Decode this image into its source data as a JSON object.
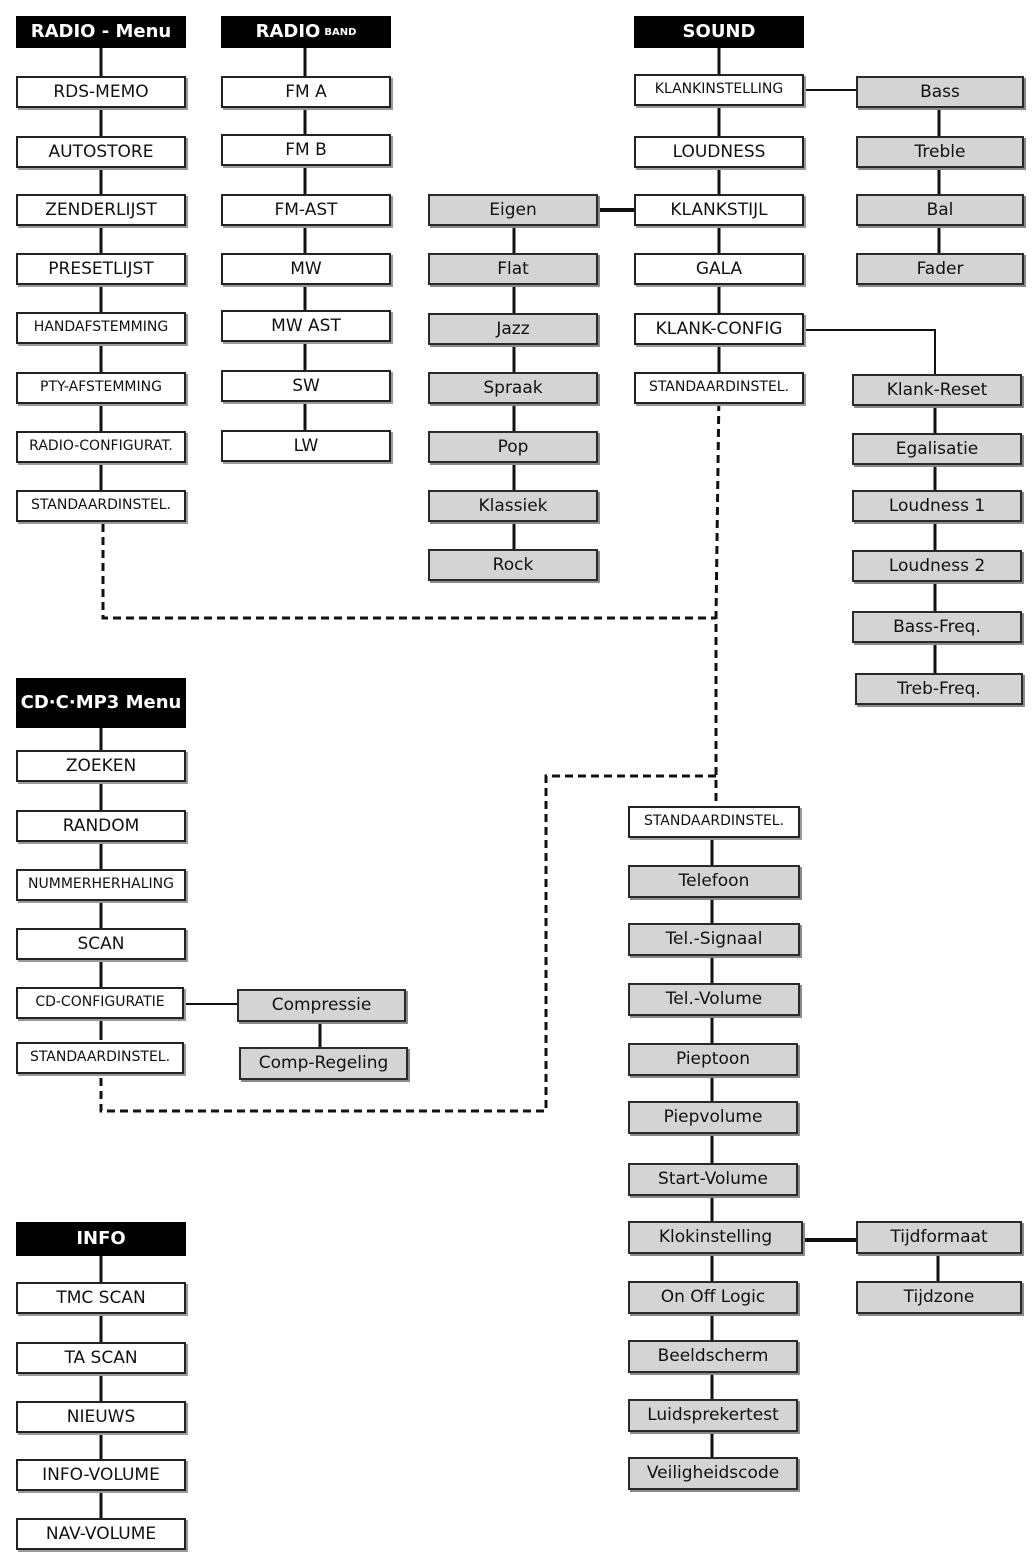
{
  "headers": {
    "radio_menu": "RADIO - Menu",
    "radio_band": "RADIO",
    "radio_band_sup": "BAND",
    "sound": "SOUND",
    "cd_menu": "CD·C·MP3 Menu",
    "info": "INFO"
  },
  "radio_menu": [
    "RDS-MEMO",
    "AUTOSTORE",
    "ZENDERLIJST",
    "PRESETLIJST",
    "HANDAFSTEMMING",
    "PTY-AFSTEMMING",
    "RADIO-CONFIGURAT.",
    "STANDAARDINSTEL."
  ],
  "radio_band": [
    "FM A",
    "FM B",
    "FM-AST",
    "MW",
    "MW AST",
    "SW",
    "LW"
  ],
  "sound_menu": [
    "KLANKINSTELLING",
    "LOUDNESS",
    "KLANKSTIJL",
    "GALA",
    "KLANK-CONFIG",
    "STANDAARDINSTEL."
  ],
  "klankinstelling_sub": [
    "Bass",
    "Treble",
    "Bal",
    "Fader"
  ],
  "klankstijl_sub": [
    "Eigen",
    "Flat",
    "Jazz",
    "Spraak",
    "Pop",
    "Klassiek",
    "Rock"
  ],
  "klankconfig_sub": [
    "Klank-Reset",
    "Egalisatie",
    "Loudness 1",
    "Loudness 2",
    "Bass-Freq.",
    "Treb-Freq."
  ],
  "cd_menu": [
    "ZOEKEN",
    "RANDOM",
    "NUMMERHERHALING",
    "SCAN",
    "CD-CONFIGURATIE",
    "STANDAARDINSTEL."
  ],
  "cd_config_sub": [
    "Compressie",
    "Comp-Regeling"
  ],
  "info_menu": [
    "TMC SCAN",
    "TA SCAN",
    "NIEUWS",
    "INFO-VOLUME",
    "NAV-VOLUME"
  ],
  "standaard_menu": [
    "STANDAARDINSTEL.",
    "Telefoon",
    "Tel.-Signaal",
    "Tel.-Volume",
    "Pieptoon",
    "Piepvolume",
    "Start-Volume",
    "Klokinstelling",
    "On Off Logic",
    "Beeldscherm",
    "Luidsprekertest",
    "Veiligheidscode"
  ],
  "klok_sub": [
    "Tijdformaat",
    "Tijdzone"
  ],
  "colors": {
    "header_bg": "#000000",
    "item_bg": "#ffffff",
    "sub_bg": "#d4d4d4",
    "line": "#111111"
  }
}
